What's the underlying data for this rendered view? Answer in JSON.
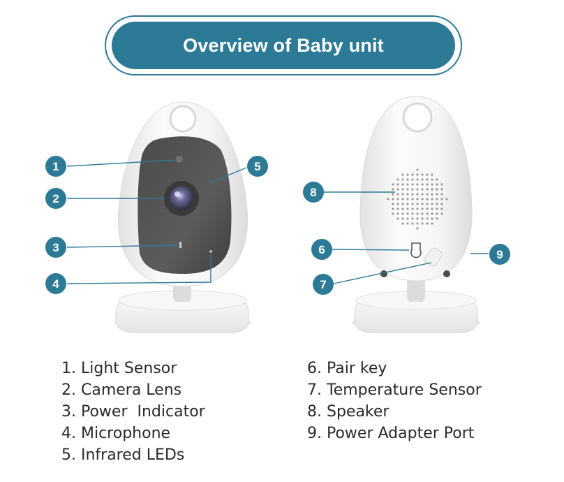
{
  "title": "Overview of Baby unit",
  "colors": {
    "accent": "#2c7a96",
    "lens_panel": "#555555",
    "body": "#f3f3f3"
  },
  "callouts": {
    "front": [
      "1",
      "2",
      "3",
      "4",
      "5"
    ],
    "back": [
      "6",
      "7",
      "8",
      "9"
    ]
  },
  "legend": {
    "left": [
      "1. Light Sensor",
      "2. Camera Lens",
      "3. Power  Indicator",
      "4. Microphone",
      "5. Infrared LEDs"
    ],
    "right": [
      "6. Pair key",
      "7. Temperature Sensor",
      "8. Speaker",
      "9. Power Adapter Port"
    ]
  }
}
